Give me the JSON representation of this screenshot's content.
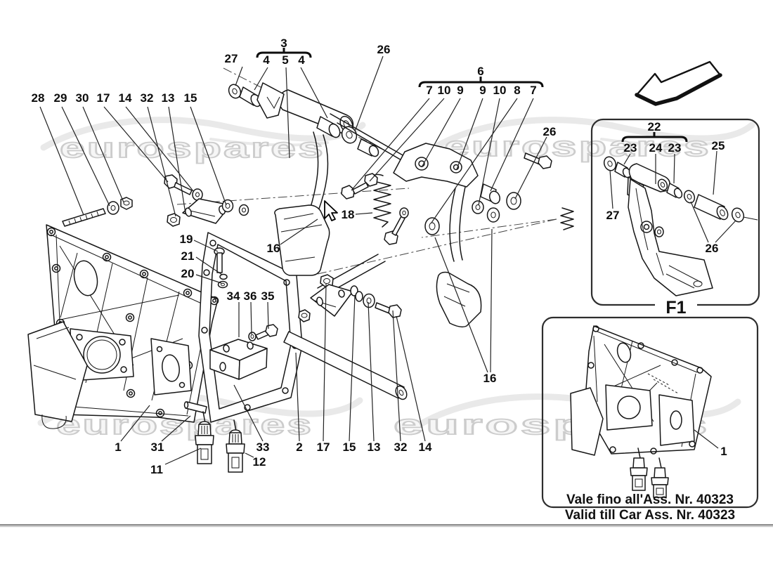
{
  "colors": {
    "ink": "#161616",
    "label": "#0d0d0d",
    "watermark_fill": "#f6f6f6",
    "watermark_stroke": "#cccccc",
    "separator": "#9a9a9a",
    "panel_border": "#2e2e2e"
  },
  "watermark": {
    "text": "eurospares"
  },
  "callouts": {
    "top_left_row": [
      "28",
      "29",
      "30",
      "17",
      "14",
      "32",
      "13",
      "15"
    ],
    "clutch_group": {
      "label": "3",
      "items": [
        "4",
        "5",
        "4"
      ],
      "washer": "27",
      "bush_washer": "26"
    },
    "brake_group": {
      "label": "6",
      "items": [
        "7",
        "10",
        "9",
        "9",
        "10",
        "8",
        "7"
      ],
      "washer": "26"
    },
    "spring": "18",
    "clutch_pin": "16",
    "brake_pin": "16",
    "gasket_bolts": [
      "19",
      "21",
      "20"
    ],
    "support_block": [
      "34",
      "36",
      "35"
    ],
    "bottom_row": [
      "1",
      "31",
      "11",
      "12",
      "33",
      "2",
      "17",
      "15",
      "13",
      "32",
      "14"
    ]
  },
  "panel_f1": {
    "label": "F1",
    "group": {
      "label": "22",
      "items": [
        "23",
        "24",
        "23"
      ]
    },
    "pin": "25",
    "washer": "27",
    "washers": "26"
  },
  "inset_panel": {
    "part": "1",
    "note_line1": "Vale fino all'Ass. Nr. 40323",
    "note_line2": "Valid till Car Ass. Nr. 40323"
  }
}
